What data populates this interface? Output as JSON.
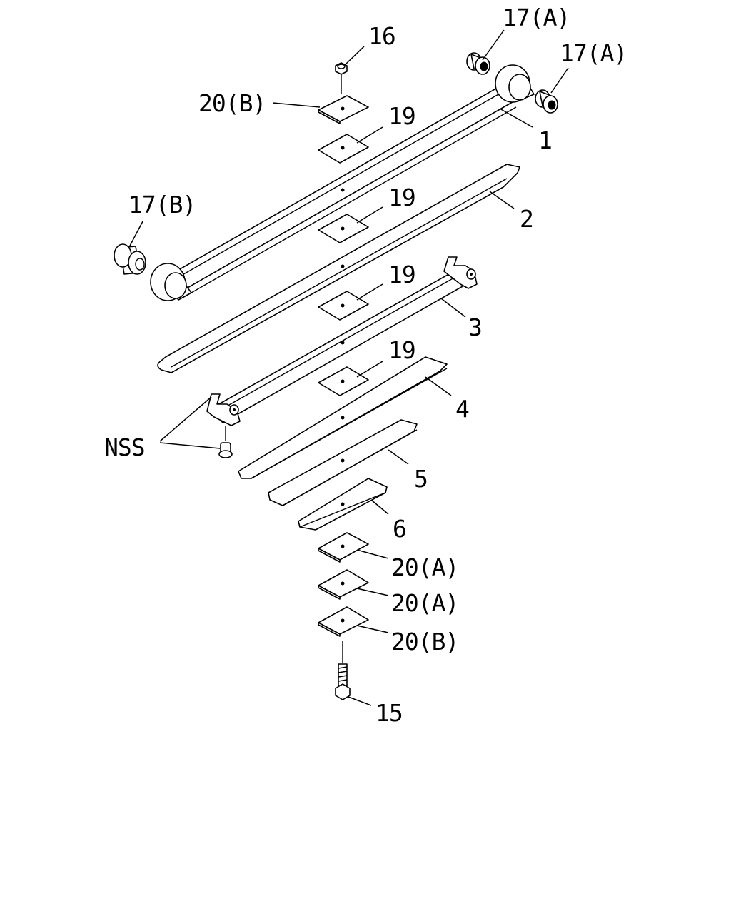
{
  "diagram": {
    "callouts": {
      "c16": "16",
      "c17a_top": "17(A)",
      "c17a_right": "17(A)",
      "c20b_top": "20(B)",
      "c19_1": "19",
      "c1": "1",
      "c17b": "17(B)",
      "c19_2": "19",
      "c2": "2",
      "c19_3": "19",
      "c3": "3",
      "c19_4": "19",
      "c4": "4",
      "nss": "NSS",
      "c5": "5",
      "c6": "6",
      "c20a_1": "20(A)",
      "c20a_2": "20(A)",
      "c20b_bottom": "20(B)",
      "c15": "15"
    },
    "colors": {
      "line": "#000000",
      "background": "#ffffff"
    }
  }
}
